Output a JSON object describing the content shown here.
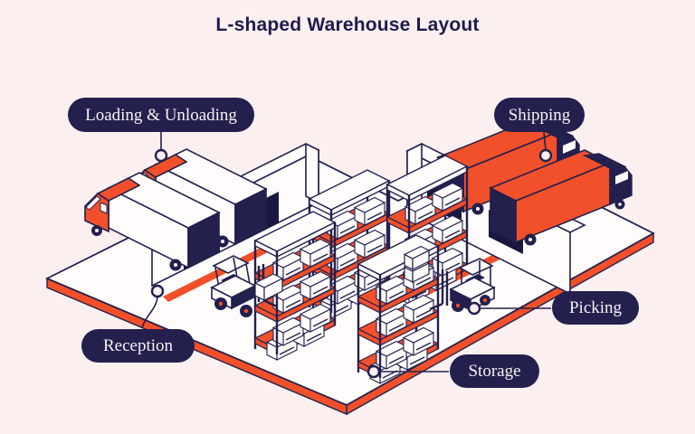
{
  "title": "L-shaped Warehouse Layout",
  "labels": {
    "loading": "Loading & Unloading",
    "shipping": "Shipping",
    "reception": "Reception",
    "picking": "Picking",
    "storage": "Storage"
  },
  "colors": {
    "background": "#FBF0EF",
    "navy": "#23204E",
    "orange": "#F2502A",
    "floor_white": "#FFFCFB"
  }
}
